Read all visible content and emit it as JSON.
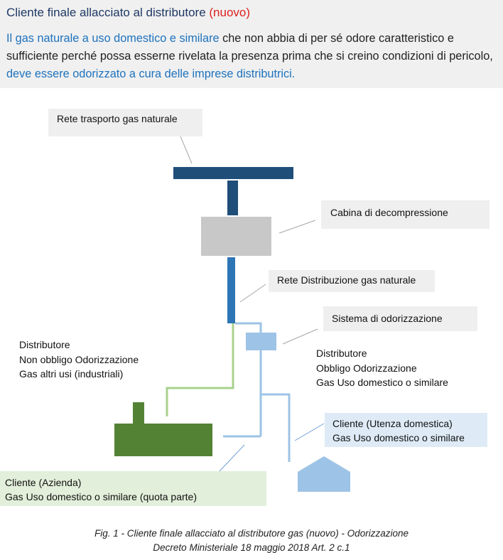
{
  "header": {
    "title_main": "Cliente finale allacciato al distributore",
    "title_new": "(nuovo)",
    "body_highlight_1": "Il gas naturale a uso domestico e similare",
    "body_text": " che non abbia di per sé odore caratteristico e sufficiente perché possa esserne rivelata la presenza prima che si creino condizioni di pericolo, ",
    "body_highlight_2": "deve essere odorizzato a cura delle imprese distributrici."
  },
  "labels": {
    "rete_trasporto": "Rete trasporto gas naturale",
    "cabina": "Cabina di decompressione",
    "rete_distribuzione": "Rete Distribuzione gas naturale",
    "sistema_odorizzazione": "Sistema di odorizzazione",
    "distributore_sx": [
      "Distributore",
      "Non obbligo Odorizzazione",
      "Gas altri usi (industriali)"
    ],
    "distributore_dx": [
      "Distributore",
      "Obbligo Odorizzazione",
      "Gas Uso domestico o similare"
    ],
    "cliente_domestico": [
      "Cliente (Utenza domestica)",
      "Gas Uso domestico o similare"
    ],
    "cliente_azienda": [
      "Cliente (Azienda)",
      "Gas Uso domestico o similare (quota parte)"
    ]
  },
  "caption": {
    "line1": "Fig. 1 - Cliente finale allacciato al distributore gas (nuovo) - Odorizzazione",
    "line2": "Decreto Ministeriale 18 maggio 2018 Art. 2 c.1"
  },
  "colors": {
    "dark_navy": "#1f4e79",
    "mid_blue": "#2e75b6",
    "light_blue": "#9dc3e6",
    "green_dark": "#548235",
    "green_light": "#a9d18e",
    "gray": "#c8c8c8",
    "blue_box_bg": "#deebf7",
    "green_box_bg": "#e2efda"
  }
}
